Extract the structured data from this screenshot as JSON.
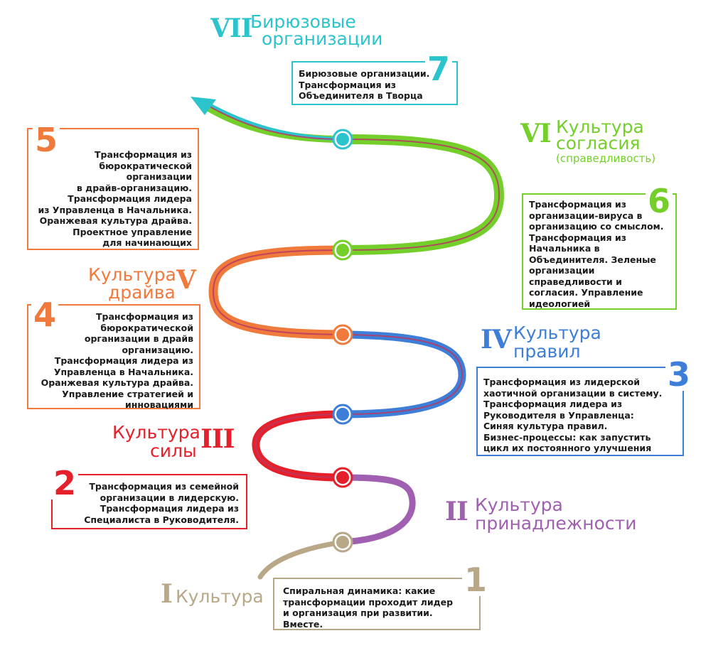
{
  "colors": {
    "stage1": "#b9a888",
    "stage2": "#a05fb0",
    "stage3": "#e5202a",
    "stage4": "#3c7ed8",
    "stage5": "#f07a3c",
    "stage6": "#74cf2b",
    "stage7": "#2bc4cc",
    "ribbon_inner": "#b83a63"
  },
  "stages": [
    {
      "num": "I",
      "name": "Культура",
      "name2": "",
      "sub": ""
    },
    {
      "num": "II",
      "name": "Культура",
      "name2": "принадлежности",
      "sub": ""
    },
    {
      "num": "III",
      "name": "Культура",
      "name2": "силы",
      "sub": ""
    },
    {
      "num": "IV",
      "name": "Культура",
      "name2": "правил",
      "sub": ""
    },
    {
      "num": "V",
      "name": "Культура",
      "name2": "драйва",
      "sub": ""
    },
    {
      "num": "VI",
      "name": "Культура",
      "name2": "согласия",
      "sub": "(справедливость)"
    },
    {
      "num": "VII",
      "name": "Бирюзовые",
      "name2": "организации",
      "sub": ""
    }
  ],
  "boxes": [
    {
      "number": "1",
      "text": "Спиральная динамика: какие\nтрансформации проходит лидер\nи организация при развитии.\nВместе."
    },
    {
      "number": "2",
      "text": "Трансформация из семейной\nорганизации в лидерскую.\nТрансформация лидера из\nСпециалиста в Руководителя."
    },
    {
      "number": "3",
      "text": "Трансформация из лидерской\nхаотичной организации в систему.\nТрансформация лидера из\nРуководителя в Управленца:\nСиняя культура правил.\nБизнес-процессы: как запустить\nцикл их постоянного улучшения"
    },
    {
      "number": "4",
      "text": "Трансформация из\nбюрократической\nорганизации в драйв\nорганизацию.\nТрансформация лидера из\nУправленца в Начальника.\nОранжевая культура драйва.\nУправление стратегией и\nинновациями"
    },
    {
      "number": "5",
      "text": "Трансформация из\nбюрократической\nорганизации\nв драйв-организацию.\nТрансформация лидера\nиз Управленца в Начальника.\nОранжевая культура драйва.\nПроектное управление\nдля начинающих"
    },
    {
      "number": "6",
      "text": "Трансформация из\nорганизации-вируса в\nорганизацию со смыслом.\nТрансформация из\nНачальника в\nОбъединителя. Зеленые\nорганизации\nсправедливости и\nсогласия. Управление\nидеологией"
    },
    {
      "number": "7",
      "text": "Бирюзовые организации.\nТрансформация из\nОбъединителя в Творца"
    }
  ]
}
